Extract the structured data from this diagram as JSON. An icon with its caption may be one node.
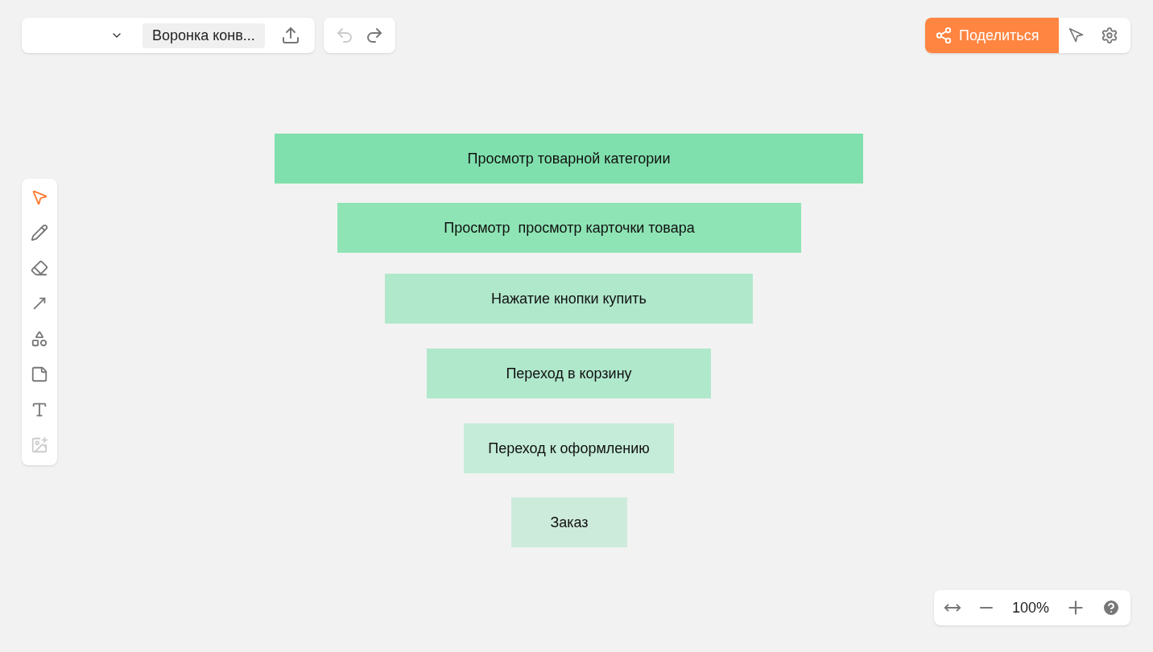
{
  "diagram": {
    "nodes": [
      {
        "text": [
          "Просмотр товарной категории"
        ]
      },
      {
        "text": [
          "Просмотр  просмотр карточки товара"
        ]
      },
      {
        "text": [
          "Нажатие кнопки купить"
        ]
      },
      {
        "text": [
          "Переход в корзину"
        ]
      },
      {
        "text": [
          "Переход к оформлению"
        ]
      },
      {
        "text": [
          "Заказ"
        ]
      }
    ],
    "edges": [],
    "labels": [
      "Воронка конв...",
      "Поделиться",
      "100%"
    ]
  }
}
